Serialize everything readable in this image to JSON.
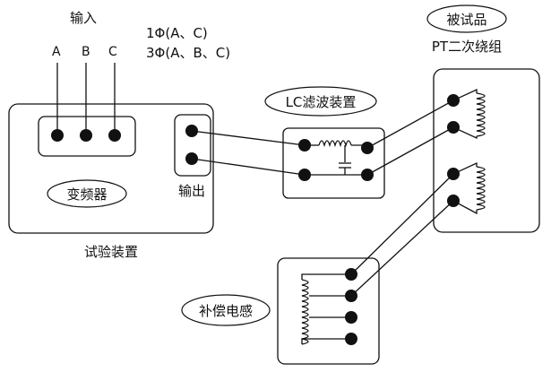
{
  "input": {
    "title": "输入",
    "phases": [
      "A",
      "B",
      "C"
    ],
    "note_single": "1Φ(A、C)",
    "note_three": "3Φ(A、B、C)"
  },
  "test_device": {
    "label": "试验装置",
    "converter_label": "变频器",
    "output_label": "输出"
  },
  "filter": {
    "label": "LC滤波装置"
  },
  "specimen": {
    "label": "被试品",
    "sublabel": "PT二次绕组"
  },
  "compensation": {
    "label": "补偿电感"
  }
}
